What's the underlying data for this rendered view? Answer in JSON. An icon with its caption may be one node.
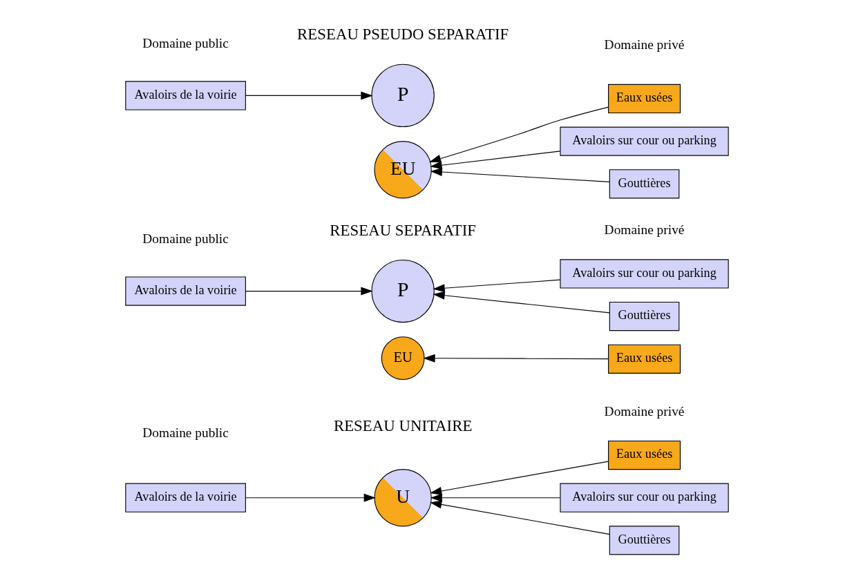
{
  "diagram": {
    "nodes": [
      {
        "text": [
          "Avaloirs de la voirie"
        ]
      },
      {
        "text": [
          "U"
        ]
      },
      {
        "text": [
          "Gouttières"
        ]
      },
      {
        "text": [
          "Avaloirs sur cour ou parking"
        ]
      },
      {
        "text": [
          "Eaux usées"
        ]
      },
      {
        "text": [
          "Avaloirs de la voirie"
        ]
      },
      {
        "text": [
          "P"
        ]
      },
      {
        "text": [
          "Gouttières"
        ]
      },
      {
        "text": [
          "Avaloirs sur cour ou parking"
        ]
      },
      {
        "text": [
          "EU"
        ]
      },
      {
        "text": [
          "Eaux usées"
        ]
      },
      {
        "text": [
          "Avaloirs de la voirie"
        ]
      },
      {
        "text": [
          "P"
        ]
      },
      {
        "text": [
          "Gouttières"
        ]
      },
      {
        "text": [
          "Avaloirs sur cour ou parking"
        ]
      },
      {
        "text": [
          "EU"
        ]
      },
      {
        "text": [
          "Eaux usées"
        ]
      }
    ],
    "edges": [
      {
        "from": 0,
        "to": 1,
        "arrow": "to"
      },
      {
        "from": 2,
        "to": 1,
        "arrow": "to"
      },
      {
        "from": 3,
        "to": 1,
        "arrow": "to"
      },
      {
        "from": 4,
        "to": 1,
        "arrow": "to"
      },
      {
        "from": 5,
        "to": 6,
        "arrow": "to"
      },
      {
        "from": 7,
        "to": 6,
        "arrow": "to"
      },
      {
        "from": 8,
        "to": 6,
        "arrow": "to"
      },
      {
        "from": 10,
        "to": 9,
        "arrow": "to"
      },
      {
        "from": 11,
        "to": 12,
        "arrow": "to"
      },
      {
        "from": 13,
        "to": 15,
        "arrow": "to"
      },
      {
        "from": 14,
        "to": 15,
        "arrow": "to"
      },
      {
        "from": 16,
        "to": 15,
        "arrow": "to"
      }
    ],
    "labels": [
      "RESEAU UNITAIRE",
      "RESEAU SEPARATIF",
      "Domaine public",
      "Domaine privé",
      "Domaine public",
      "Domaine privé",
      "RESEAU PSEUDO SEPARATIF",
      "Domaine public",
      "Domaine privé"
    ]
  }
}
